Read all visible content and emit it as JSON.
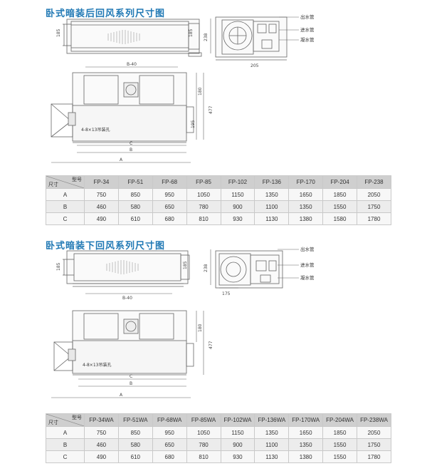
{
  "section1": {
    "title": "卧式暗装后回风系列尺寸图",
    "pipe_labels": [
      "出水管",
      "进水管",
      "凝水管"
    ],
    "dims": {
      "b40": "B-40",
      "h185": "185",
      "h238": "238",
      "h205": "205",
      "h180": "180",
      "h477": "477",
      "h195": "195",
      "c": "C",
      "b": "B",
      "a": "A",
      "hole": "4-8×13吊装孔"
    },
    "table": {
      "corner_model": "型号",
      "corner_size": "尺寸",
      "models": [
        "FP-34",
        "FP-51",
        "FP-68",
        "FP-85",
        "FP-102",
        "FP-136",
        "FP-170",
        "FP-204",
        "FP-238"
      ],
      "rows": [
        {
          "label": "A",
          "values": [
            "750",
            "850",
            "950",
            "1050",
            "1150",
            "1350",
            "1650",
            "1850",
            "2050"
          ]
        },
        {
          "label": "B",
          "values": [
            "460",
            "580",
            "650",
            "780",
            "900",
            "1100",
            "1350",
            "1550",
            "1750"
          ]
        },
        {
          "label": "C",
          "values": [
            "490",
            "610",
            "680",
            "810",
            "930",
            "1130",
            "1380",
            "1580",
            "1780"
          ]
        }
      ]
    }
  },
  "section2": {
    "title": "卧式暗装下回风系列尺寸图",
    "pipe_labels": [
      "出水管",
      "进水管",
      "凝水管"
    ],
    "dims": {
      "b40": "B-40",
      "h185": "185",
      "h238": "238",
      "h175": "175",
      "h180": "180",
      "h477": "477",
      "c": "C",
      "b": "B",
      "a": "A",
      "hole": "4-8×13吊装孔"
    },
    "table": {
      "corner_model": "型号",
      "corner_size": "尺寸",
      "models": [
        "FP-34WA",
        "FP-51WA",
        "FP-68WA",
        "FP-85WA",
        "FP-102WA",
        "FP-136WA",
        "FP-170WA",
        "FP-204WA",
        "FP-238WA"
      ],
      "rows": [
        {
          "label": "A",
          "values": [
            "750",
            "850",
            "950",
            "1050",
            "1150",
            "1350",
            "1650",
            "1850",
            "2050"
          ]
        },
        {
          "label": "B",
          "values": [
            "460",
            "580",
            "650",
            "780",
            "900",
            "1100",
            "1350",
            "1550",
            "1750"
          ]
        },
        {
          "label": "C",
          "values": [
            "490",
            "610",
            "680",
            "810",
            "930",
            "1130",
            "1380",
            "1550",
            "1780"
          ]
        }
      ]
    }
  }
}
